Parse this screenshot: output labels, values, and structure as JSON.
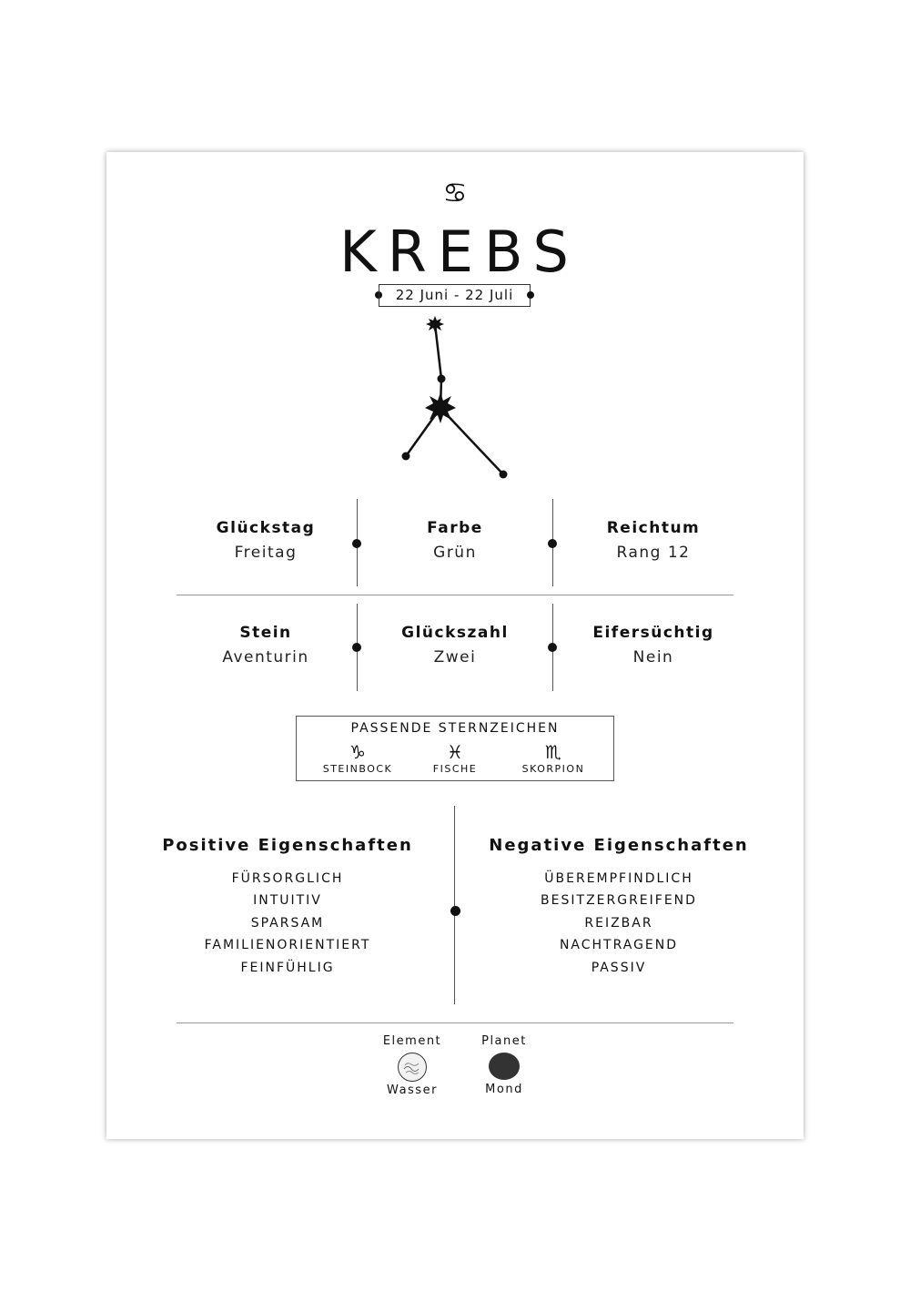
{
  "sign": {
    "symbol": "♋",
    "name": "KREBS",
    "date_range": "22 Juni - 22 Juli"
  },
  "stats": [
    {
      "label": "Glückstag",
      "value": "Freitag"
    },
    {
      "label": "Farbe",
      "value": "Grün"
    },
    {
      "label": "Reichtum",
      "value": "Rang 12"
    },
    {
      "label": "Stein",
      "value": "Aventurin"
    },
    {
      "label": "Glückszahl",
      "value": "Zwei"
    },
    {
      "label": "Eifersüchtig",
      "value": "Nein"
    }
  ],
  "matches": {
    "title": "PASSENDE STERNZEICHEN",
    "items": [
      {
        "symbol": "♑",
        "name": "STEINBOCK",
        "icon": "capricorn-icon"
      },
      {
        "symbol": "♓",
        "name": "FISCHE",
        "icon": "pisces-icon"
      },
      {
        "symbol": "♏",
        "name": "SKORPION",
        "icon": "scorpio-icon"
      }
    ]
  },
  "positive": {
    "heading": "Positive Eigenschaften",
    "items": [
      "FÜRSORGLICH",
      "INTUITIV",
      "SPARSAM",
      "FAMILIENORIENTIERT",
      "FEINFÜHLIG"
    ]
  },
  "negative": {
    "heading": "Negative Eigenschaften",
    "items": [
      "ÜBEREMPFINDLICH",
      "BESITZERGREIFEND",
      "REIZBAR",
      "NACHTRAGEND",
      "PASSIV"
    ]
  },
  "element": {
    "label": "Element",
    "value": "Wasser",
    "icon": "water-element-icon"
  },
  "planet": {
    "label": "Planet",
    "value": "Mond",
    "icon": "moon-planet-icon"
  },
  "colors": {
    "ink": "#111111",
    "border": "#555555",
    "planet": "#333333"
  }
}
